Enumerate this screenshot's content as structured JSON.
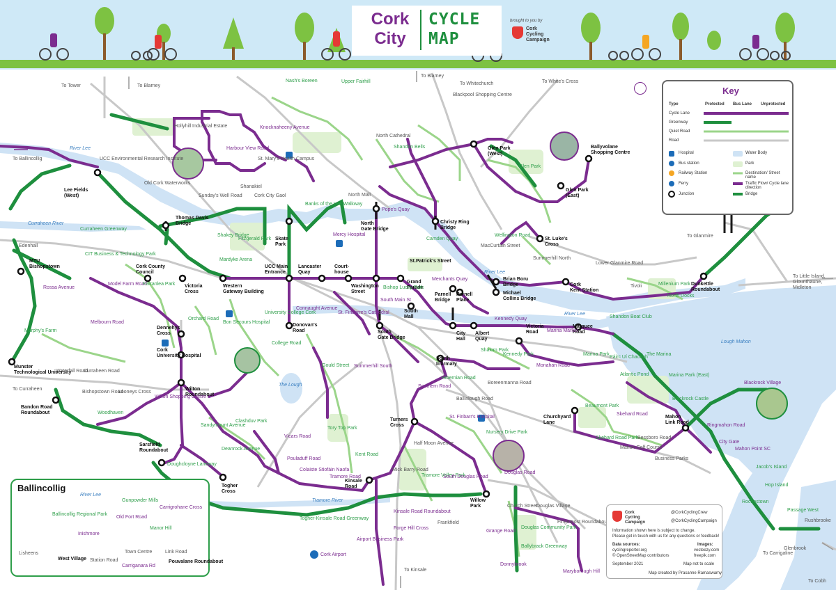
{
  "header": {
    "title_line1": "Cork",
    "title_line2": "City",
    "title_line3": "CYCLE",
    "title_line4": "MAP",
    "brought_by": "brought to you by",
    "org_line1": "Cork",
    "org_line2": "Cycling",
    "org_line3": "Campaign"
  },
  "directions": {
    "tower": "To Tower",
    "blarney_w": "To Blarney",
    "blarney_n": "To Blarney",
    "whitechurch": "To Whitechurch",
    "whites_cross": "To White's Cross",
    "ballincollig": "To Ballincollig",
    "curraheen": "To Curraheen",
    "glanmire": "To Glanmire",
    "little_island": "To Little Island,",
    "little_island2": "Glounthaune,",
    "little_island3": "Midleton",
    "carrigaline": "To Carrigaline",
    "cobh": "To Cobh",
    "kinsale": "To Kinsale"
  },
  "junctions": [
    {
      "id": "lee-fields",
      "name": "Lee Fields",
      "name2": "(West)"
    },
    {
      "id": "thomas-davis",
      "name": "Thomas Davis",
      "name2": "Bridge"
    },
    {
      "id": "mtu",
      "name": "MTU",
      "name2": "Bishopstown"
    },
    {
      "id": "cork-county-council",
      "name": "Cork County",
      "name2": "Council"
    },
    {
      "id": "victoria-cross",
      "name": "Victoria",
      "name2": "Cross"
    },
    {
      "id": "western-gateway",
      "name": "Western",
      "name2": "Gateway Building"
    },
    {
      "id": "ucc-main",
      "name": "UCC Main",
      "name2": "Entrance"
    },
    {
      "id": "lancaster-quay",
      "name": "Lancaster",
      "name2": "Quay"
    },
    {
      "id": "courthouse",
      "name": "Court-",
      "name2": "house"
    },
    {
      "id": "washington",
      "name": "Washington",
      "name2": "Street"
    },
    {
      "id": "grand-parade",
      "name": "Grand",
      "name2": "Parade"
    },
    {
      "id": "skate-park",
      "name": "Skate",
      "name2": "Park"
    },
    {
      "id": "north-gate",
      "name": "North",
      "name2": "Gate Bridge"
    },
    {
      "id": "christy-ring",
      "name": "Christy Ring",
      "name2": "Bridge"
    },
    {
      "id": "parnell-bridge",
      "name": "Parnell",
      "name2": "Bridge"
    },
    {
      "id": "parnell-place",
      "name": "Parnell",
      "name2": "Place"
    },
    {
      "id": "brian-boru",
      "name": "Brian Boru",
      "name2": "Bridge"
    },
    {
      "id": "michael-collins",
      "name": "Michael",
      "name2": "Collins Bridge"
    },
    {
      "id": "kent-station",
      "name": "Cork",
      "name2": "Kent Station"
    },
    {
      "id": "st-lukes",
      "name": "St. Luke's",
      "name2": "Cross"
    },
    {
      "id": "glen-park-west",
      "name": "Glen Park",
      "name2": "(West)"
    },
    {
      "id": "glen-park-east",
      "name": "Glen Park",
      "name2": "(East)"
    },
    {
      "id": "ballyvolane",
      "name": "Ballyvolane",
      "name2": "Shopping Centre"
    },
    {
      "id": "dunkettle",
      "name": "Dunkettle",
      "name2": "Roundabout"
    },
    {
      "id": "south-mall",
      "name": "South",
      "name2": "Mall"
    },
    {
      "id": "city-hall",
      "name": "City",
      "name2": "Hall"
    },
    {
      "id": "albert-quay",
      "name": "Albert",
      "name2": "Quay"
    },
    {
      "id": "victoria-road",
      "name": "Victoria",
      "name2": "Road"
    },
    {
      "id": "marquee-road",
      "name": "Marquee",
      "name2": "Road"
    },
    {
      "id": "south-infirmary",
      "name": "South",
      "name2": "Infirmary"
    },
    {
      "id": "south-gate",
      "name": "South",
      "name2": "Gate Bridge"
    },
    {
      "id": "donovans-road",
      "name": "Donovan's",
      "name2": "Road"
    },
    {
      "id": "dennehys-cross",
      "name": "Dennehys",
      "name2": "Cross"
    },
    {
      "id": "cuh",
      "name": "Cork",
      "name2": "University Hospital"
    },
    {
      "id": "wilton",
      "name": "Wilton",
      "name2": "Roundabout"
    },
    {
      "id": "mtu-tech",
      "name": "Munster",
      "name2": "Technological University"
    },
    {
      "id": "bandon-road",
      "name": "Bandon Road",
      "name2": "Roundabout"
    },
    {
      "id": "sarsfield",
      "name": "Sarsfield",
      "name2": "Roundabout"
    },
    {
      "id": "togher-cross",
      "name": "Togher",
      "name2": "Cross"
    },
    {
      "id": "turners-cross",
      "name": "Turners",
      "name2": "Cross"
    },
    {
      "id": "kinsale-road",
      "name": "Kinsale",
      "name2": "Road"
    },
    {
      "id": "willow-park",
      "name": "Willow",
      "name2": "Park"
    },
    {
      "id": "churchyard-lane",
      "name": "Churchyard",
      "name2": "Lane"
    },
    {
      "id": "mahon-link",
      "name": "Mahon",
      "name2": "Link Road"
    }
  ],
  "places": {
    "nashs": "Nash's Boreen",
    "upper_fairhill": "Upper Fairhill",
    "blackpool": "Blackpool Shopping Centre",
    "hollyhill": "Hollyhill Industrial Estate",
    "knocknaheeny_ave": "Knocknaheeny Avenue",
    "harbour_view": "Harbour View Road",
    "ucc_env": "UCC Environmental Research Institute",
    "st_marys": "St. Mary's Health Campus",
    "north_cathedral": "North Cathedral",
    "shandon_bells": "Shandon Bells",
    "glen_park": "Glen Park",
    "old_cork_waterworks": "Old Cork Waterworks",
    "sundays_well": "Sunday's Well Road",
    "shanakiel": "Shanakiel",
    "cork_city_gaol": "Cork City Gaol",
    "north_mall": "North Mall",
    "popes_quay": "Pope's Quay",
    "banks_lee": "Banks of the Lee Walkway",
    "shakey": "Shakey Bridge",
    "fitzgerald": "Fitzgerald Park",
    "mardyke": "Mardyke Arena",
    "mercy": "Mercy Hospital",
    "st_patricks_st": "St.Patrick's Street",
    "camden_quay": "Camden Quay",
    "merchants_quay": "Merchants Quay",
    "wellington": "Wellington Road",
    "maccurtain": "MacCurtain Street",
    "summerhill": "Summerhill North",
    "lower_glanmire": "Lower Glanmire Road",
    "tivoli": "Tivoli",
    "millenium": "Millenium Park",
    "north_docks": "North Docks",
    "curraheen_greenway": "Curraheen Greenway",
    "curraheen_river": "Curraheen River",
    "edenhall": "Edenhall",
    "cit_park": "CIT Business & Technology Park",
    "model_farm": "Model Farm Road",
    "rossa_ave": "Rossa Avenue",
    "melbourn": "Melbourn Road",
    "murphys_farm": "Murphy's Farm",
    "farranlea": "Farranlea Park",
    "orchard": "Orchard Road",
    "bon_secours": "Bon Secours Hospital",
    "ucc_college": "University College Cork",
    "college_road": "College Road",
    "connaught": "Connaught Avenue",
    "st_finbarres_cathedral": "St. Finbarre's Cathedral",
    "bishop_lucey": "Bishop Lucey Park",
    "south_main": "South Main St",
    "kennedy_quay": "Kennedy Quay",
    "marina_market": "Marina Market",
    "shandon_boat": "Shandon Boat Club",
    "lough_mahon": "Lough Mahon",
    "the_marina": "The Marina",
    "marina_park": "Marina Park",
    "pairc_ui_chaoimh": "Páirc Uí Chaoimh",
    "atlantic_pond": "Atlantic Pond",
    "marina_park_east": "Marina Park (East)",
    "blackrock": "Blackrock Village",
    "blackrock_castle": "Blackrock Castle",
    "ringmahon": "Ringmahon Road",
    "city_gate": "City Gate",
    "mahon_point": "Mahon Point SC",
    "jacobs_island": "Jacob's Island",
    "hop_island": "Hop Island",
    "rochestown": "Rochestown",
    "passage_west": "Passage West",
    "rushbrooke": "Rushbrooke",
    "glenbrook": "Glenbrook",
    "the_lough": "The Lough",
    "gould_st": "Gould Street",
    "summerhill_south": "Summerhill South",
    "southern_road": "Southern Road",
    "hibernian": "Hibernian Road",
    "shalom": "Shalom Park",
    "kennedy_park": "Kennedy Park",
    "monahan": "Monahan Road",
    "boreenmanna": "Boreenmanna Road",
    "ballinlough": "Ballinlough Road",
    "beaumont": "Beaumont Park",
    "skehard": "Skehard Road",
    "skehard_park": "Skehard Road Park",
    "mahon_golf": "Mahon Golf Course",
    "bessboro": "Bessboro Road",
    "business_parks": "Business Parks",
    "st_finbarres_hospital": "St. Finbarr's Hospital",
    "nursery_drive": "Nursery Drive Park",
    "douglas_road": "Douglas Road",
    "half_moon": "Half Moon Avenue",
    "tory_top": "Tory Top Park",
    "kent_road": "Kent Road",
    "mick_barry": "Mick Barry Road",
    "tramore_valley": "Tramore Valley Park",
    "south_douglas": "South Douglas Road",
    "tramore_river": "Tramore River",
    "colaiste": "Colaiste Stiofáin Naofa",
    "tramore_road": "Tramore Road",
    "pouladuff": "Pouladuff Road",
    "vicars": "Vicars Road",
    "clashduv": "Clashduv Park",
    "sandymount": "Sandymount Avenue",
    "deanrock": "Deanrock Avenue",
    "doughcloyne": "Doughcloyne Laneway",
    "woodhaven": "Woodhaven",
    "bishopstown_road": "Bishopstown Road",
    "waterfall": "Waterfall Road",
    "curraheen_road": "Curraheen Road",
    "looneys": "Looneys Cross",
    "wilton_sc": "Wilton Shopping Centre",
    "togher_kinsale": "Togher-Kinsale Road Greenway",
    "kinsale_road_roundabout": "Kinsale Road Roundabout",
    "forge_hill": "Forge Hill Cross",
    "airport_bp": "Airport Business Park",
    "cork_airport": "Cork Airport",
    "frankfield": "Frankfield",
    "grange": "Grange Road",
    "douglas_park": "Douglas Community Park",
    "ballybrack": "Ballybrack Greenway",
    "douglas_village": "Douglas Village",
    "fingerpost": "Fingerpost Roundabout",
    "maryborough": "Maryborough Hill",
    "donnybrook": "Donnybrook",
    "church_st": "Church Street",
    "river_lee": "River Lee",
    "river_lee2": "River Lee",
    "river_lee3": "River Lee"
  },
  "key": {
    "title": "Key",
    "col_type": "Type",
    "col_protected": "Protected",
    "col_bus": "Bus Lane",
    "col_unprotected": "Unprotected",
    "row_cycle": "Cycle Lane",
    "row_greenway": "Greenway",
    "row_quiet": "Quiet Road",
    "row_road": "Road",
    "hospital": "Hospital",
    "water": "Water Body",
    "bus": "Bus station",
    "park": "Park",
    "rail": "Railway Station",
    "dest": "Destination/ Street name",
    "ferry": "Ferry",
    "flow": "Traffic Flow/ Cycle lane direction",
    "junction": "Junction",
    "bridge": "Bridge"
  },
  "ballincollig": {
    "title": "Ballincollig",
    "river": "River Lee",
    "gunpowder": "Gunpowder Mills",
    "regional": "Ballincollig Regional Park",
    "old_fort": "Old Fort Road",
    "carrigrohane": "Carrigrohane Cross",
    "inishmore": "Inishmore",
    "maglin": "Manor Hill",
    "lisheens": "Lisheens",
    "west_village": "West Village",
    "station_road": "Station Road",
    "town_centre": "Town Centre",
    "carriganara": "Carriganara Rd",
    "link_road": "Link Road",
    "poulavane": "Pouvalane Roundabout"
  },
  "credits": {
    "org1": "Cork",
    "org2": "Cycling",
    "org3": "Campaign",
    "twitter": "@CorkCyclingCrew",
    "fb": "@CorkCyclingCampaign",
    "note1": "Information shown here is subject to change.",
    "note2": "Please get in touch with us for any questions or feedback!",
    "sources": "Data sources:",
    "images": "Images:",
    "s1": "cyclingreporter.org",
    "s2": "© OpenStreetMap contributors",
    "i1": "vecteezy.com",
    "i2": "freepik.com",
    "date": "September 2021",
    "scale": "Map not to scale",
    "made_by": "Map created by Prasanne Ramaswamy"
  },
  "colors": {
    "cycle_lane": "#7b2c8f",
    "greenway": "#1e8f3e",
    "quiet_road": "#9bd58a",
    "road": "#c8c8c8",
    "water": "#cfe3f5",
    "park": "#dff1d2"
  }
}
